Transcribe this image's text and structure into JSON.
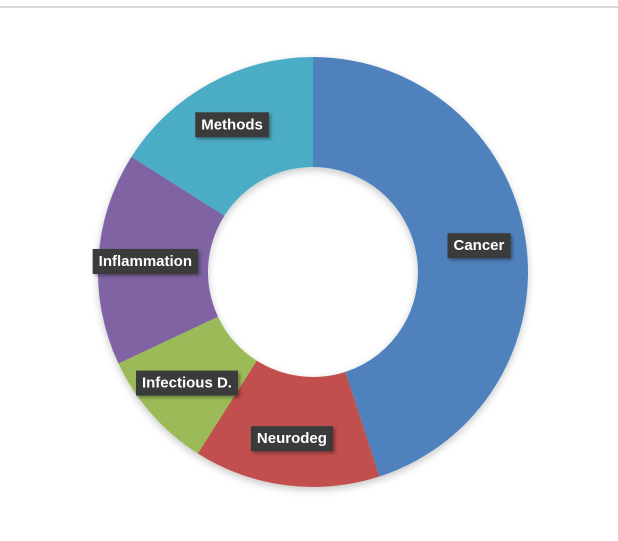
{
  "chart_data": {
    "type": "pie",
    "variant": "donut",
    "title": "",
    "categories": [
      "Cancer",
      "Neurodeg",
      "Infectious D.",
      "Inflammation",
      "Methods"
    ],
    "values": [
      45,
      14,
      9,
      16,
      16
    ],
    "colors": [
      "#4f81bd",
      "#c0504d",
      "#9bbb59",
      "#8064a2",
      "#4bacc6"
    ],
    "legend": "none",
    "labels_on_slices": true
  }
}
